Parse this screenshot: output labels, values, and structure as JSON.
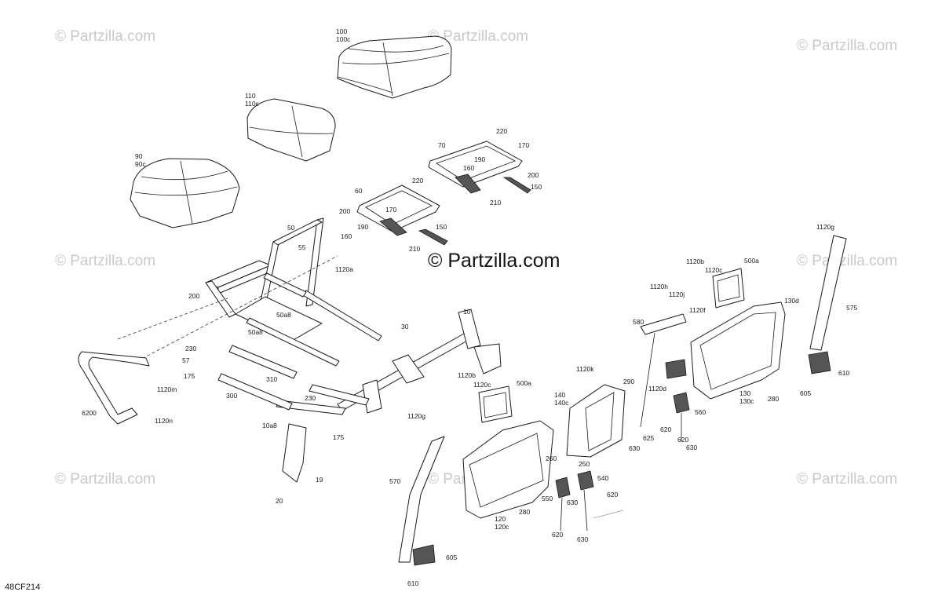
{
  "watermarks": {
    "small": "© Partzilla.com",
    "main": "© Partzilla.com"
  },
  "diagram_code": "48CF214",
  "labels": [
    {
      "id": "l100",
      "text": "100"
    },
    {
      "id": "l100c",
      "text": "100c"
    },
    {
      "id": "l110",
      "text": "110"
    },
    {
      "id": "l110c",
      "text": "110c"
    },
    {
      "id": "l90",
      "text": "90"
    },
    {
      "id": "l90c",
      "text": "90c"
    },
    {
      "id": "l70",
      "text": "70"
    },
    {
      "id": "l220a",
      "text": "220"
    },
    {
      "id": "l170a",
      "text": "170"
    },
    {
      "id": "l190a",
      "text": "190"
    },
    {
      "id": "l160a",
      "text": "160"
    },
    {
      "id": "l200a",
      "text": "200"
    },
    {
      "id": "l150a",
      "text": "150"
    },
    {
      "id": "l210a",
      "text": "210"
    },
    {
      "id": "l60",
      "text": "60"
    },
    {
      "id": "l220b",
      "text": "220"
    },
    {
      "id": "l170b",
      "text": "170"
    },
    {
      "id": "l200b",
      "text": "200"
    },
    {
      "id": "l190b",
      "text": "190"
    },
    {
      "id": "l160b",
      "text": "160"
    },
    {
      "id": "l150b",
      "text": "150"
    },
    {
      "id": "l210b",
      "text": "210"
    },
    {
      "id": "l50",
      "text": "50"
    },
    {
      "id": "l55",
      "text": "55"
    },
    {
      "id": "l1120a",
      "text": "1120a"
    },
    {
      "id": "l200c",
      "text": "200"
    },
    {
      "id": "l50a8a",
      "text": "50a8"
    },
    {
      "id": "l50a8b",
      "text": "50a8"
    },
    {
      "id": "l10",
      "text": "10"
    },
    {
      "id": "l30",
      "text": "30"
    },
    {
      "id": "l230a",
      "text": "230"
    },
    {
      "id": "l57",
      "text": "57"
    },
    {
      "id": "l175a",
      "text": "175"
    },
    {
      "id": "l310",
      "text": "310"
    },
    {
      "id": "l300",
      "text": "300"
    },
    {
      "id": "l230b",
      "text": "230"
    },
    {
      "id": "l10a8",
      "text": "10a8"
    },
    {
      "id": "l175b",
      "text": "175"
    },
    {
      "id": "l19",
      "text": "19"
    },
    {
      "id": "l20",
      "text": "20"
    },
    {
      "id": "l6200",
      "text": "6200"
    },
    {
      "id": "l1120m",
      "text": "1120m"
    },
    {
      "id": "l1120n",
      "text": "1120n"
    },
    {
      "id": "l1120bL",
      "text": "1120b"
    },
    {
      "id": "l1120cL",
      "text": "1120c"
    },
    {
      "id": "l500aL",
      "text": "500a"
    },
    {
      "id": "l1120g1",
      "text": "1120g"
    },
    {
      "id": "l570",
      "text": "570"
    },
    {
      "id": "l605a",
      "text": "605"
    },
    {
      "id": "l610a",
      "text": "610"
    },
    {
      "id": "l120",
      "text": "120"
    },
    {
      "id": "l120c",
      "text": "120c"
    },
    {
      "id": "l280a",
      "text": "280"
    },
    {
      "id": "l550",
      "text": "550"
    },
    {
      "id": "l620a",
      "text": "620"
    },
    {
      "id": "l630a",
      "text": "630"
    },
    {
      "id": "l540",
      "text": "540"
    },
    {
      "id": "l620b",
      "text": "620"
    },
    {
      "id": "l630b",
      "text": "630"
    },
    {
      "id": "l260",
      "text": "260"
    },
    {
      "id": "l250",
      "text": "250"
    },
    {
      "id": "l1120k",
      "text": "1120k"
    },
    {
      "id": "l140",
      "text": "140"
    },
    {
      "id": "l140c",
      "text": "140c"
    },
    {
      "id": "l290",
      "text": "290"
    },
    {
      "id": "l1120d",
      "text": "1120d"
    },
    {
      "id": "l625",
      "text": "625"
    },
    {
      "id": "l620c",
      "text": "620"
    },
    {
      "id": "l630c",
      "text": "630"
    },
    {
      "id": "l580",
      "text": "580"
    },
    {
      "id": "l1120h",
      "text": "1120h"
    },
    {
      "id": "l1120j",
      "text": "1120j"
    },
    {
      "id": "l1120bR",
      "text": "1120b"
    },
    {
      "id": "l1120cR",
      "text": "1120c"
    },
    {
      "id": "l500aR",
      "text": "500a"
    },
    {
      "id": "l1120f",
      "text": "1120f"
    },
    {
      "id": "l560",
      "text": "560"
    },
    {
      "id": "l620d",
      "text": "620"
    },
    {
      "id": "l630d",
      "text": "630"
    },
    {
      "id": "l130",
      "text": "130"
    },
    {
      "id": "l130c",
      "text": "130c"
    },
    {
      "id": "l280b",
      "text": "280"
    },
    {
      "id": "l130d",
      "text": "130d"
    },
    {
      "id": "l605b",
      "text": "605"
    },
    {
      "id": "l610b",
      "text": "610"
    },
    {
      "id": "l575",
      "text": "575"
    },
    {
      "id": "l1120g2",
      "text": "1120g"
    }
  ]
}
